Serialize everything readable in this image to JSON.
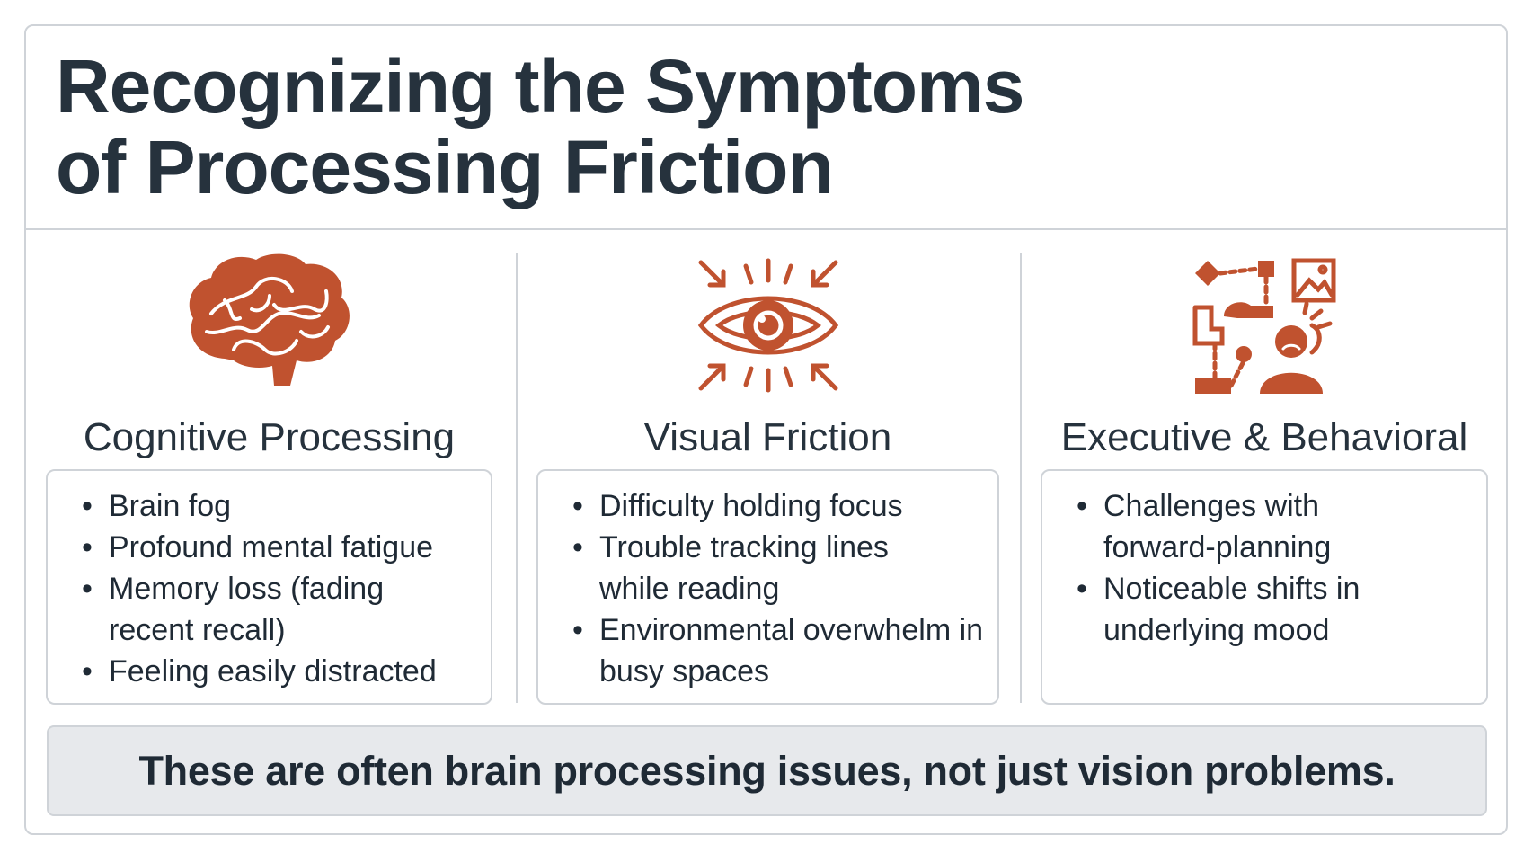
{
  "title_lines": [
    "Recognizing the Symptoms",
    "of Processing Friction"
  ],
  "accent_color": "#c0522f",
  "columns": [
    {
      "icon": "brain-icon",
      "heading": "Cognitive Processing",
      "items": [
        "Brain fog",
        "Profound mental fatigue",
        "Memory loss (fading recent recall)",
        "Feeling easily distracted"
      ]
    },
    {
      "icon": "eye-strain-icon",
      "heading": "Visual Friction",
      "items": [
        "Difficulty holding focus",
        "Trouble tracking lines while reading",
        "Environmental overwhelm in busy spaces"
      ]
    },
    {
      "icon": "confused-person-puzzle-icon",
      "heading": "Executive & Behavioral",
      "items": [
        "Challenges with forward-planning",
        "Noticeable shifts in underlying mood"
      ]
    }
  ],
  "banner": "These are often brain processing issues, not just vision problems."
}
